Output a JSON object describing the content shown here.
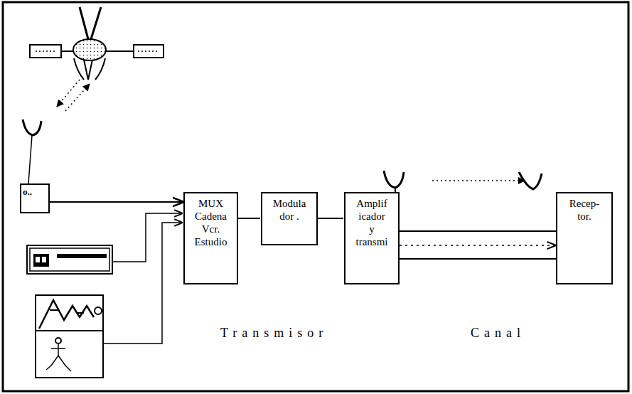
{
  "diagram": {
    "nodes": [
      {
        "text": [
          "o.."
        ]
      },
      {
        "text": [
          "MUX Cadena Vcr. Estudio"
        ]
      },
      {
        "text": [
          "Modula dor ."
        ]
      },
      {
        "text": [
          "Amplif icador y transmi"
        ]
      },
      {
        "text": [
          "Recep- tor."
        ]
      }
    ],
    "edges": [
      {
        "from": 0,
        "to": 1,
        "arrow": "to"
      },
      {
        "from": 1,
        "to": 2,
        "arrow": "none"
      },
      {
        "from": 2,
        "to": 3,
        "arrow": "none"
      },
      {
        "from": 3,
        "to": 4,
        "arrow": "to"
      }
    ],
    "labels": [
      "Transmisor",
      "Canal"
    ]
  }
}
